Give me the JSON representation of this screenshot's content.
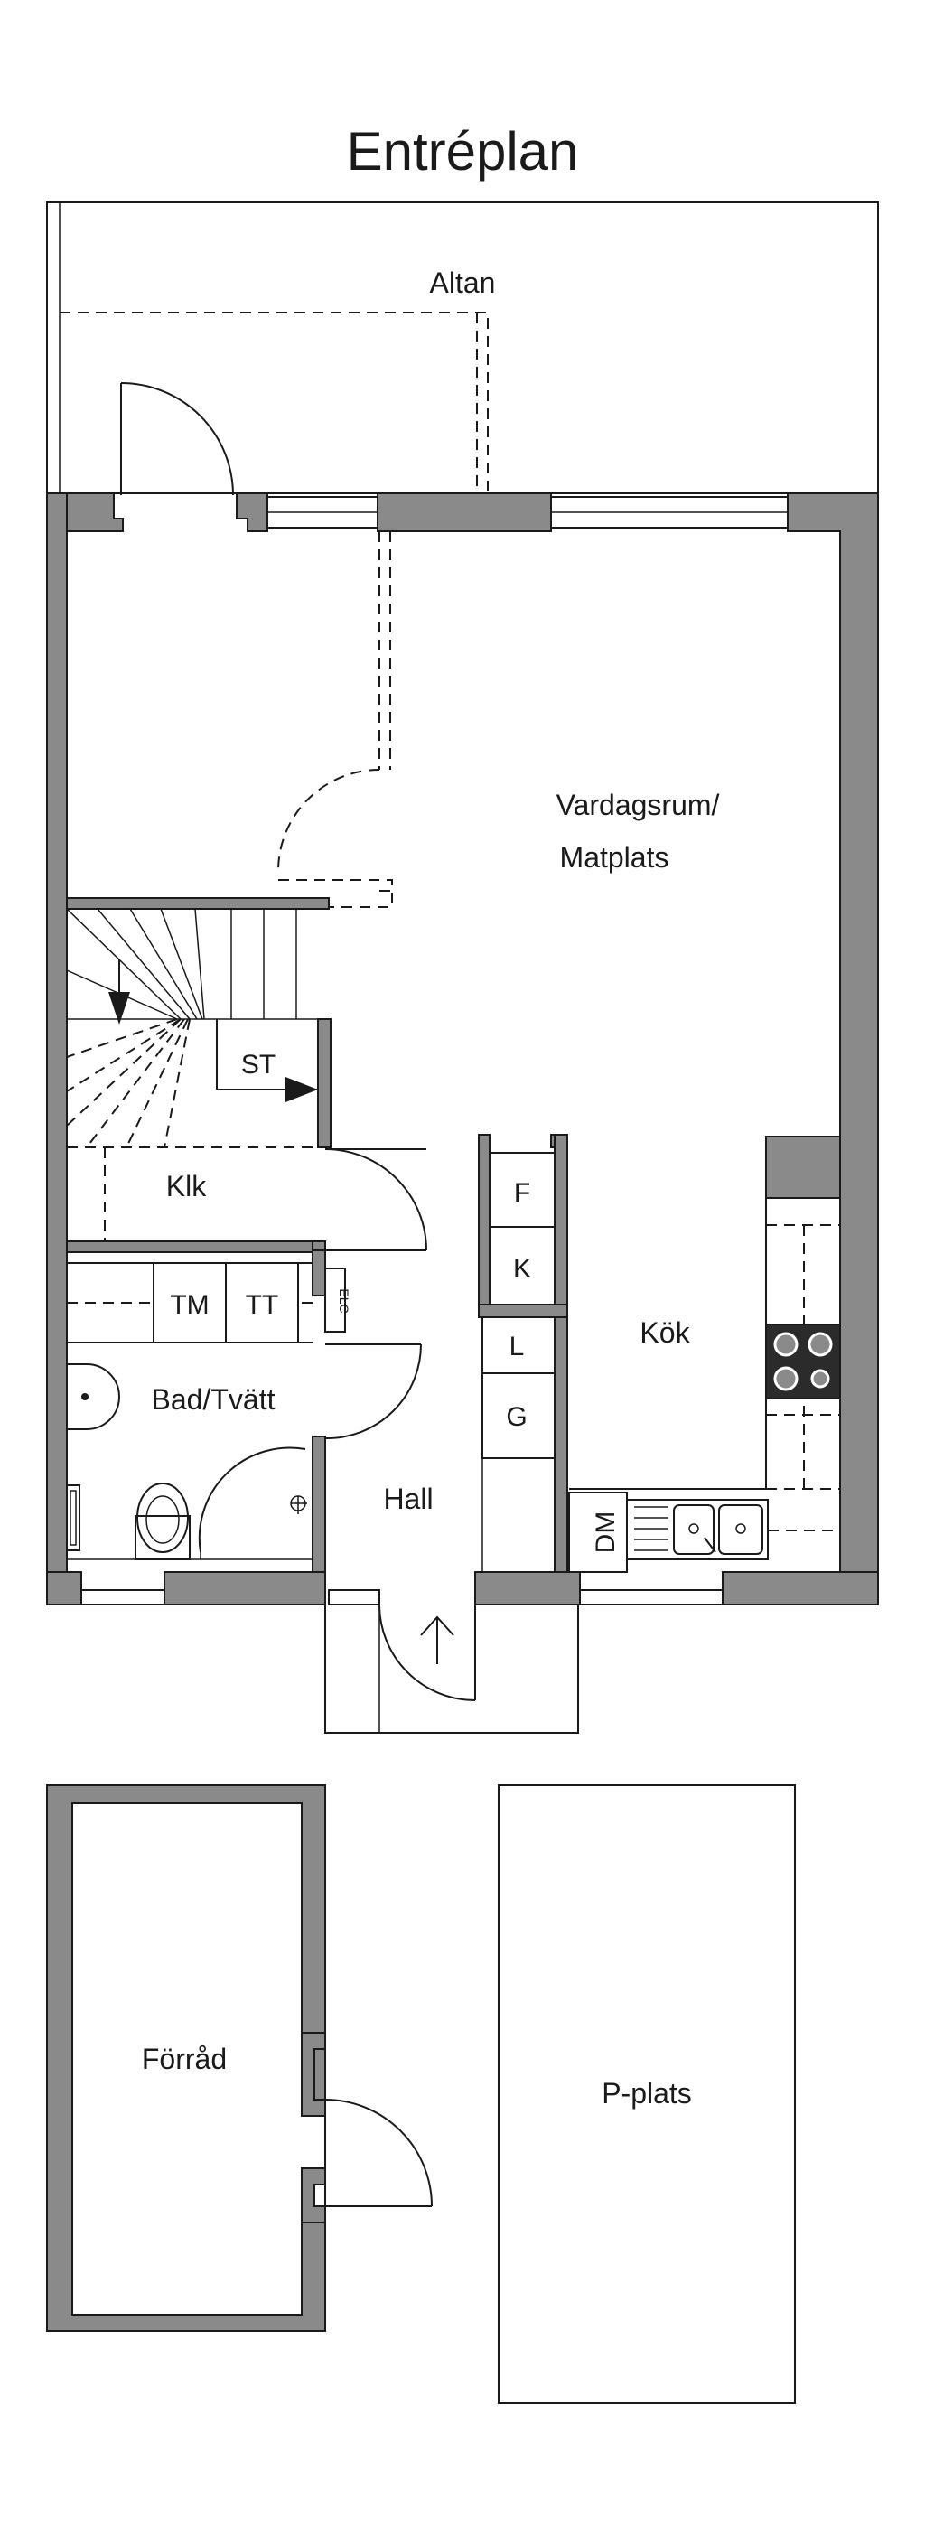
{
  "title": "Entréplan",
  "rooms": {
    "altan": "Altan",
    "vardagsrum_line1": "Vardagsrum/",
    "vardagsrum_line2": "Matplats",
    "klk": "Klk",
    "kok": "Kök",
    "bad": "Bad/Tvätt",
    "hall": "Hall",
    "forrad": "Förråd",
    "pplats": "P-plats"
  },
  "fixtures": {
    "st": "ST",
    "f": "F",
    "k": "K",
    "l": "L",
    "g": "G",
    "tm": "TM",
    "tt": "TT",
    "elc": "ELC",
    "dm": "DM"
  },
  "colors": {
    "wall": "#8a8a8a",
    "line": "#1a1a1a",
    "background": "#ffffff"
  }
}
